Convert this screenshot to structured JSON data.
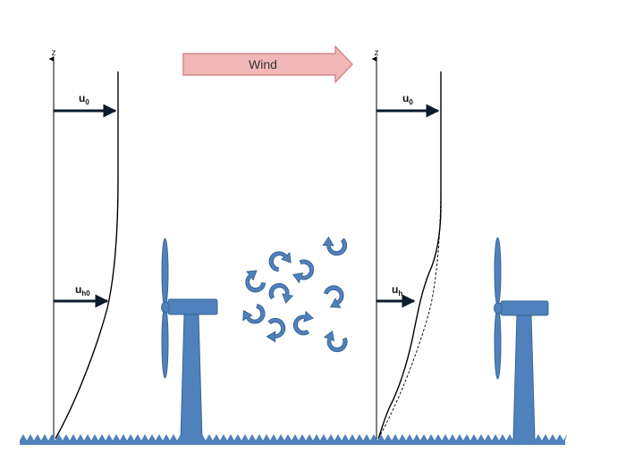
{
  "wind_arrow": {
    "label": "Wind",
    "fill": "#f2b8b8",
    "stroke": "#cc7777"
  },
  "left_profile": {
    "axis_label": "z",
    "top_label": {
      "main": "u",
      "sub": "0"
    },
    "lower_label": {
      "main": "u",
      "sub": "h0"
    }
  },
  "right_profile": {
    "axis_label": "z",
    "top_label": {
      "main": "u",
      "sub": "0"
    },
    "lower_label": {
      "main": "u",
      "sub": "h"
    }
  },
  "colors": {
    "turbine": "#4f81bd",
    "turbine_outline": "#3a6593",
    "ground": "#4f81bd",
    "eddy": "#4f81bd",
    "eddy_outline": "#2e5a8a",
    "line": "#000000",
    "arrow": "#0d1b2a"
  },
  "icons": {
    "turbines": [
      "left-wind-turbine-icon",
      "right-wind-turbine-icon"
    ],
    "eddies": "turbulent-eddy-icon",
    "ground": "rough-ground-icon"
  }
}
